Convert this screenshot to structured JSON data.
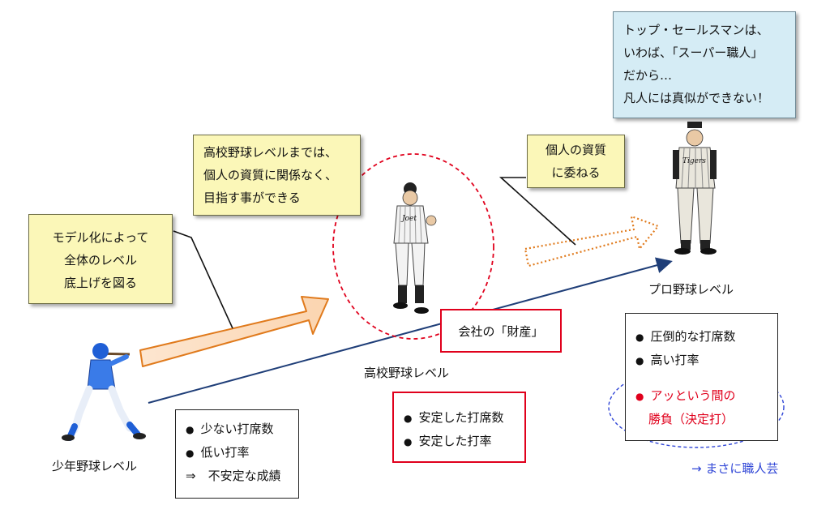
{
  "top_box": {
    "lines": [
      "トップ・セールスマンは、",
      "いわば、「スーパー職人」",
      "だから…",
      "凡人には真似ができない！"
    ]
  },
  "high_school_note": {
    "lines": [
      "高校野球レベルまでは、",
      "個人の資質に関係なく、",
      "目指す事ができる"
    ]
  },
  "model_note": {
    "lines": [
      "モデル化によって",
      "全体のレベル",
      "底上げを図る"
    ]
  },
  "individual_note": {
    "lines": [
      "個人の資質",
      "に委ねる"
    ]
  },
  "company_asset": {
    "text": "会社の「財産」"
  },
  "levels": {
    "youth": "少年野球レベル",
    "high_school": "高校野球レベル",
    "pro": "プロ野球レベル"
  },
  "youth_stats": {
    "bullets": [
      "少ない打席数",
      "低い打率"
    ],
    "result": "⇒　不安定な成績"
  },
  "hs_stats": {
    "bullets": [
      "安定した打席数",
      "安定した打率"
    ]
  },
  "pro_stats": {
    "bullets": [
      "圧倒的な打席数",
      "高い打率"
    ],
    "highlight": [
      "アッという間の",
      "勝負（決定打）"
    ]
  },
  "craft_note": {
    "text": "→ まさに職人芸"
  },
  "uniform_letters": {
    "high_school": "Joet",
    "pro": "Tigers"
  },
  "colors": {
    "note_yellow": "#fbf7b8",
    "note_blue": "#d5ecf5",
    "red": "#e0001c",
    "blue_line": "#1f3e78",
    "orange_arrow": "#e07a1c",
    "dashed_blue": "#2f45d6"
  }
}
